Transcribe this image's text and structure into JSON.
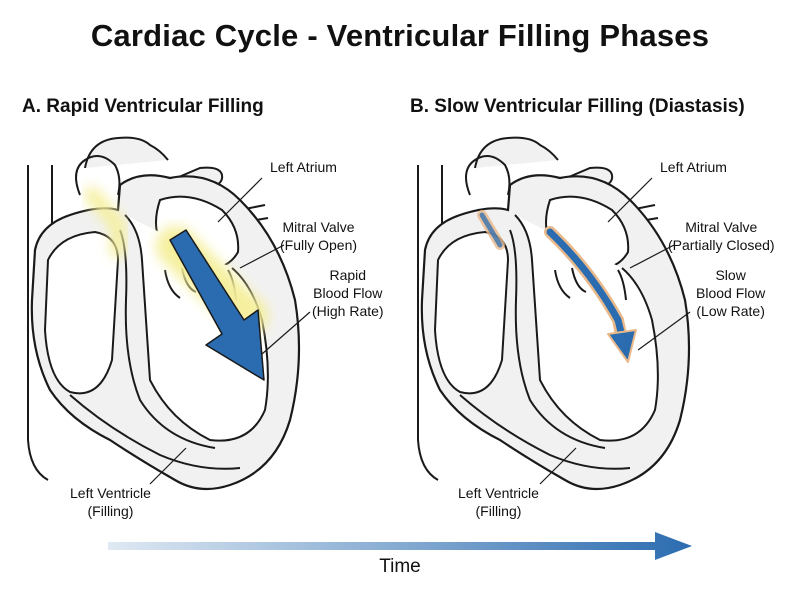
{
  "title": "Cardiac Cycle - Ventricular Filling Phases",
  "panels": [
    {
      "heading": "A. Rapid Ventricular Filling",
      "labels": {
        "left_atrium": "Left Atrium",
        "mitral_valve_line1": "Mitral Valve",
        "mitral_valve_line2": "(Fully Open)",
        "flow_line1": "Rapid",
        "flow_line2": "Blood Flow",
        "flow_line3": "(High Rate)",
        "ventricle_line1": "Left Ventricle",
        "ventricle_line2": "(Filling)"
      }
    },
    {
      "heading": "B. Slow Ventricular Filling (Diastasis)",
      "labels": {
        "left_atrium": "Left Atrium",
        "mitral_valve_line1": "Mitral Valve",
        "mitral_valve_line2": "(Partially Closed)",
        "flow_line1": "Slow",
        "flow_line2": "Blood Flow",
        "flow_line3": "(Low Rate)",
        "ventricle_line1": "Left Ventricle",
        "ventricle_line2": "(Filling)"
      }
    }
  ],
  "time_axis": {
    "label": "Time"
  },
  "colors": {
    "flow_arrow": "#2b6cb0",
    "rapid_glow": "#f5ef9a",
    "slow_glow": "#e9b98a",
    "outline": "#1a1a1a",
    "fill": "#f1f1f1"
  }
}
